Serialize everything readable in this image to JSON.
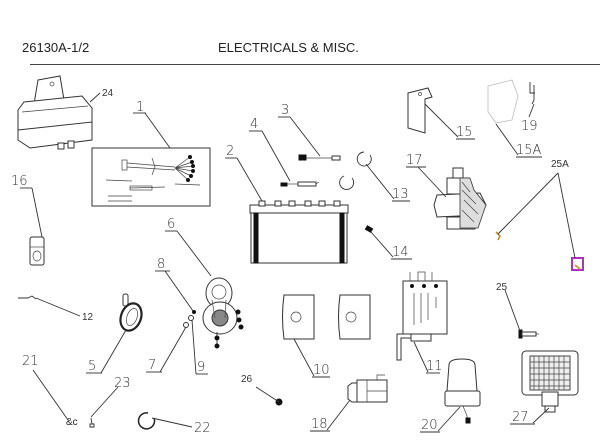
{
  "header": {
    "code": "26130A-1/2",
    "title": "ELECTRICALS & MISC."
  },
  "callouts": [
    {
      "id": "1",
      "part": "wiring-harness-kit"
    },
    {
      "id": "2",
      "part": "battery"
    },
    {
      "id": "3",
      "part": "battery-cable"
    },
    {
      "id": "4",
      "part": "ground-cable"
    },
    {
      "id": "5",
      "part": "horn"
    },
    {
      "id": "6",
      "part": "ignition-switch"
    },
    {
      "id": "7",
      "part": "washer"
    },
    {
      "id": "8",
      "part": "nut"
    },
    {
      "id": "9",
      "part": "spring-washer"
    },
    {
      "id": "10",
      "part": "bracket-plates"
    },
    {
      "id": "11",
      "part": "control-unit"
    },
    {
      "id": "12",
      "part": "wire-clip"
    },
    {
      "id": "13",
      "part": "cable-tie-ring"
    },
    {
      "id": "14",
      "part": "terminal-bolt"
    },
    {
      "id": "15",
      "part": "bracket"
    },
    {
      "id": "15A",
      "part": "cover"
    },
    {
      "id": "16",
      "part": "fuse-holder"
    },
    {
      "id": "17",
      "part": "pressure-switch"
    },
    {
      "id": "18",
      "part": "connector"
    },
    {
      "id": "19",
      "part": "clip"
    },
    {
      "id": "20",
      "part": "beacon-light"
    },
    {
      "id": "21",
      "part": "terminal"
    },
    {
      "id": "22",
      "part": "snap-ring"
    },
    {
      "id": "23",
      "part": "hook"
    },
    {
      "id": "24",
      "part": "relay-box"
    },
    {
      "id": "25",
      "part": "screw"
    },
    {
      "id": "25A",
      "part": "sensor-lead"
    },
    {
      "id": "26",
      "part": "grommet"
    },
    {
      "id": "27",
      "part": "work-lamp"
    }
  ],
  "colors": {
    "line": "#333333",
    "highlight": "#b030c0",
    "accent": "#c8a040"
  }
}
